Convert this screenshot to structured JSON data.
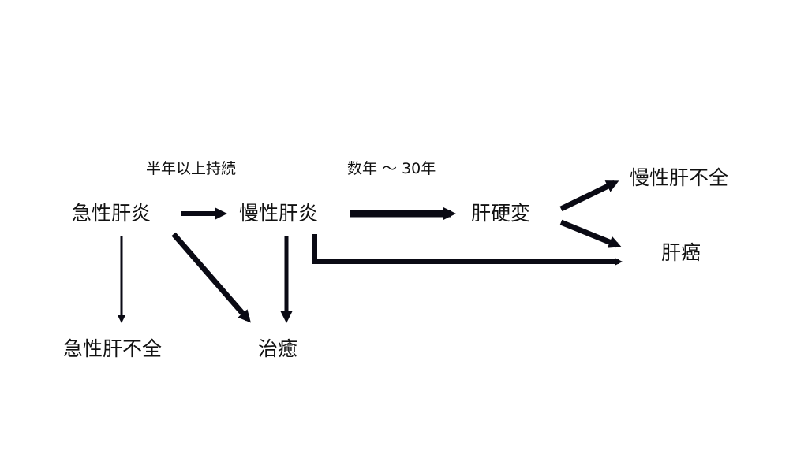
{
  "diagram": {
    "nodes": {
      "acute_hepatitis": "急性肝炎",
      "chronic_hepatitis": "慢性肝炎",
      "cirrhosis": "肝硬変",
      "chronic_liver_failure": "慢性肝不全",
      "liver_cancer": "肝癌",
      "acute_liver_failure": "急性肝不全",
      "cure": "治癒"
    },
    "notes": {
      "acute_to_chronic": "半年以上持続",
      "chronic_to_cirrhosis": "数年 ～ 30年"
    },
    "colors": {
      "arrow": "#0a0a14",
      "text": "#111111"
    }
  }
}
